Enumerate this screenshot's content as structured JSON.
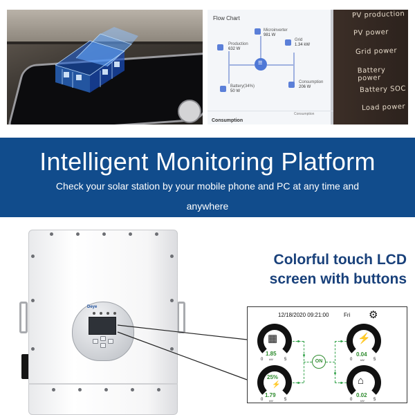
{
  "banner": {
    "title": "Intelligent Monitoring Platform",
    "subtitle": "Check your solar station by your mobile phone and PC at any time and anywhere"
  },
  "flow_chart": {
    "title": "Flow Chart",
    "microinverter": {
      "label": "Microinverter",
      "value": "981 W"
    },
    "production": {
      "label": "Production",
      "value": "632 W"
    },
    "grid": {
      "label": "Grid",
      "value": "1.34 kW"
    },
    "battery": {
      "label": "Battery(34%)",
      "value": "50 W"
    },
    "consumption": {
      "label": "Consumption",
      "value": "206 W"
    },
    "footer_tab": "Consumption",
    "footer_link": "Consumption"
  },
  "chalkboard": {
    "items": [
      "PV production",
      "PV power",
      "Grid power",
      "Battery power",
      "Battery SOC",
      "Load power"
    ]
  },
  "inverter": {
    "brand": "Deye"
  },
  "lcd_feature": {
    "heading_line1": "Colorful touch LCD",
    "heading_line2": "screen with buttons"
  },
  "lcd_screen": {
    "date_time": "12/18/2020  09:21:00",
    "day": "Fri",
    "center_status": "ON",
    "pv": {
      "value": "1.85",
      "unit": "kW",
      "scale_min": "0",
      "scale_max": "5"
    },
    "battery": {
      "percent": "25%",
      "value": "1.79",
      "unit": "kW",
      "scale_min": "0",
      "scale_max": "5"
    },
    "grid": {
      "value": "0.04",
      "unit": "kW",
      "scale_min": "0",
      "scale_max": "5"
    },
    "load": {
      "value": "0.02",
      "unit": "kW",
      "scale_min": "0",
      "scale_max": "5"
    }
  },
  "colors": {
    "banner_blue": "#114c8c",
    "heading_blue": "#18407a",
    "lcd_green": "#2e8b2e"
  }
}
